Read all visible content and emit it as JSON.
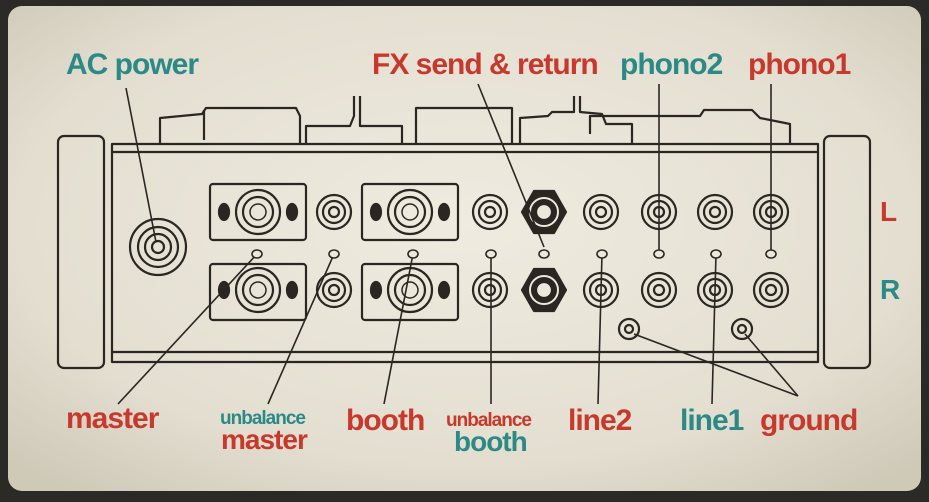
{
  "colors": {
    "red": "#c8382c",
    "teal": "#2b8a86",
    "ink": "#2a2622",
    "paper": "#ece8dc"
  },
  "labels": {
    "ac_power": "AC power",
    "fx_send_return": "FX send & return",
    "phono2": "phono2",
    "phono1": "phono1",
    "channel_left": "L",
    "channel_right": "R",
    "master": "master",
    "unbalance_master_top": "unbalance",
    "unbalance_master_bottom": "master",
    "booth": "booth",
    "unbalance_booth_top": "unbalance",
    "unbalance_booth_bottom": "booth",
    "line2": "line2",
    "line1": "line1",
    "ground": "ground"
  }
}
